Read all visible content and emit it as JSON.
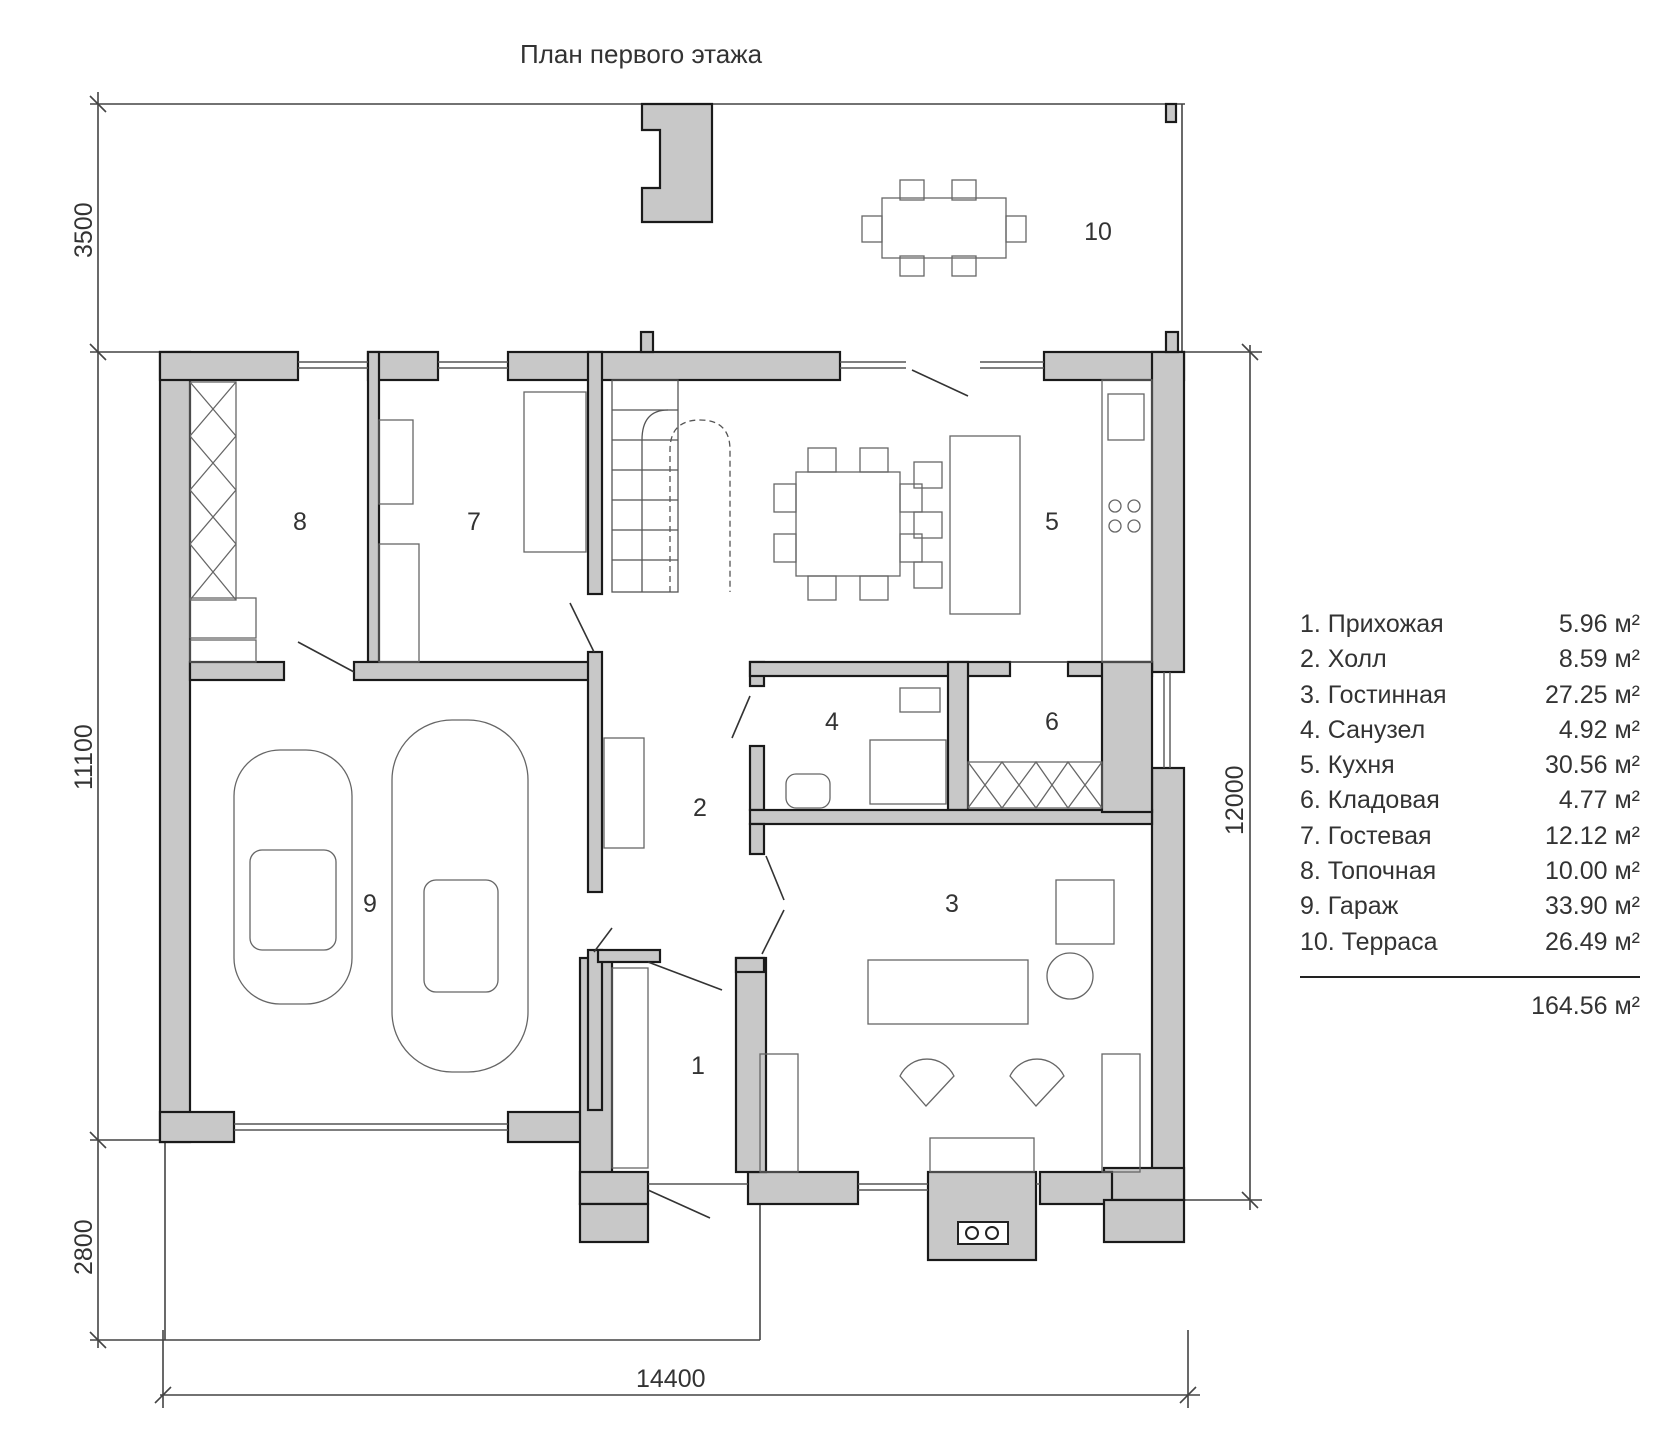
{
  "title": "План первого этажа",
  "rooms": [
    {
      "num": "1",
      "name": "Прихожая",
      "area": "5.96 м²"
    },
    {
      "num": "2",
      "name": "Холл",
      "area": "8.59 м²"
    },
    {
      "num": "3",
      "name": "Гостинная",
      "area": "27.25 м²"
    },
    {
      "num": "4",
      "name": "Санузел",
      "area": "4.92 м²"
    },
    {
      "num": "5",
      "name": "Кухня",
      "area": "30.56 м²"
    },
    {
      "num": "6",
      "name": "Кладовая",
      "area": "4.77 м²"
    },
    {
      "num": "7",
      "name": "Гостевая",
      "area": "12.12 м²"
    },
    {
      "num": "8",
      "name": "Топочная",
      "area": "10.00 м²"
    },
    {
      "num": "9",
      "name": "Гараж",
      "area": "33.90 м²"
    },
    {
      "num": "10",
      "name": "Терраса",
      "area": "26.49 м²"
    }
  ],
  "legend": {
    "lines": [
      "1. Прихожая",
      "2. Холл",
      "3. Гостинная",
      "4. Санузел",
      "5. Кухня",
      "6. Кладовая",
      "7. Гостевая",
      "8. Топочная",
      "9. Гараж",
      "10. Терраса"
    ],
    "total": "164.56 м²"
  },
  "dimensions": {
    "terrace_depth": "3500",
    "left_main": "11100",
    "right_main": "12000",
    "porch_depth": "2800",
    "overall_width": "14400"
  },
  "colors": {
    "wall_fill": "#c8c8c8",
    "wall_stroke": "#1a1a1a",
    "line": "#555555"
  }
}
